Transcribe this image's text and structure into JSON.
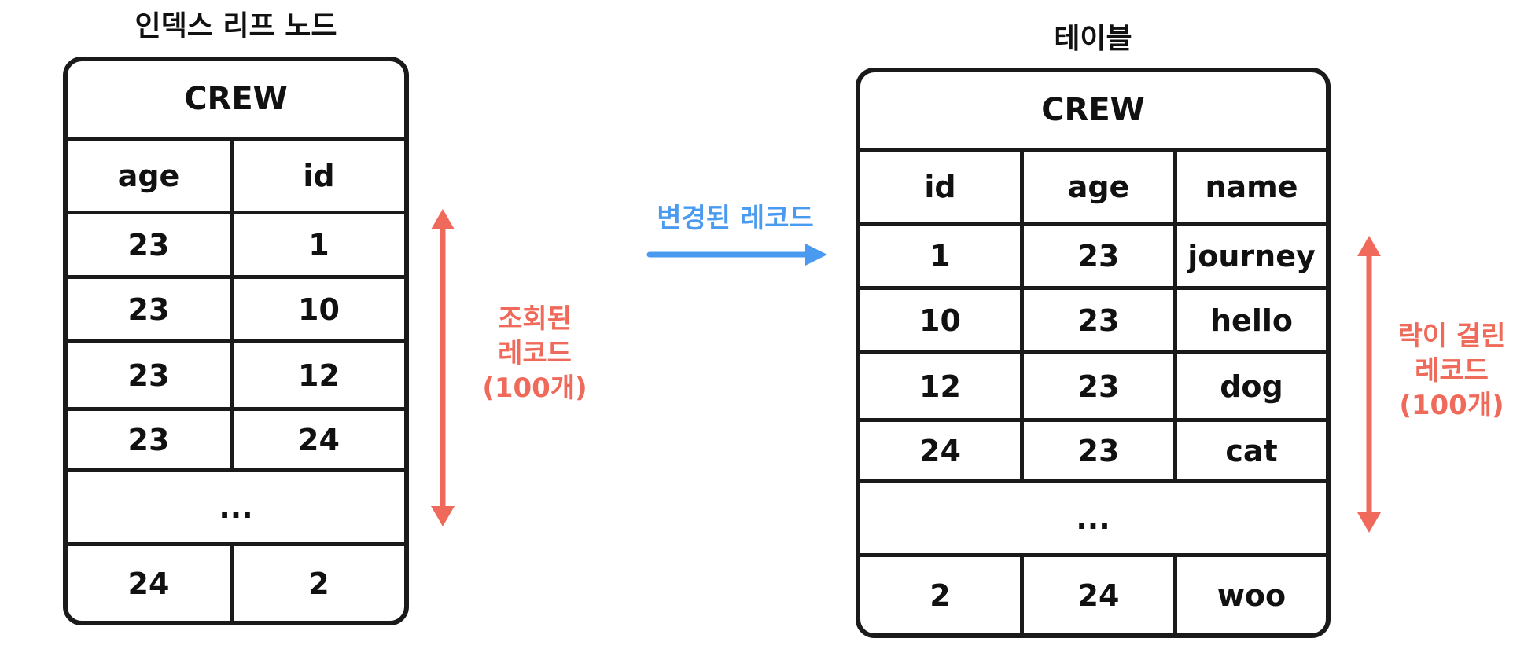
{
  "colors": {
    "ink": "#111111",
    "border": "#1a1a1a",
    "red": "#ef6a5a",
    "blue": "#4a9af0"
  },
  "index": {
    "heading": "인덱스 리프 노드",
    "table_name": "CREW",
    "headers": [
      "age",
      "id"
    ],
    "rows": [
      [
        "23",
        "1"
      ],
      [
        "23",
        "10"
      ],
      [
        "23",
        "12"
      ],
      [
        "23",
        "24"
      ]
    ],
    "ellipsis": "...",
    "last_row": [
      "24",
      "2"
    ]
  },
  "table": {
    "heading": "테이블",
    "table_name": "CREW",
    "headers": [
      "id",
      "age",
      "name"
    ],
    "rows": [
      [
        "1",
        "23",
        "journey"
      ],
      [
        "10",
        "23",
        "hello"
      ],
      [
        "12",
        "23",
        "dog"
      ],
      [
        "24",
        "23",
        "cat"
      ]
    ],
    "ellipsis": "...",
    "last_row": [
      "2",
      "24",
      "woo"
    ]
  },
  "labels": {
    "queried": [
      "조회된",
      "레코드",
      "(100개)"
    ],
    "changed": "변경된 레코드",
    "locked": [
      "락이 걸린",
      "레코드",
      "(100개)"
    ]
  }
}
